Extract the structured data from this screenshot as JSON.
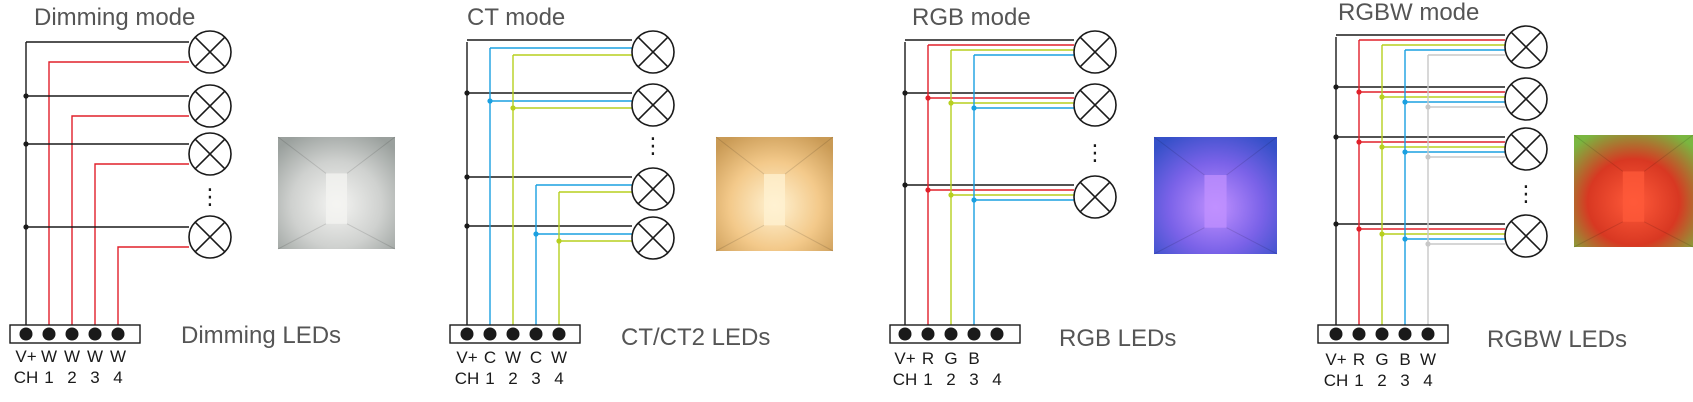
{
  "colors": {
    "wire_black": "#1a1a1a",
    "wire_red": "#e0202a",
    "wire_yellow": "#b7cf1f",
    "wire_blue": "#1aa0e0",
    "wire_white": "#c8c8c8",
    "label_red": "#e0202a",
    "text_gray": "#555555"
  },
  "ellipsis": "⋮",
  "panels": [
    {
      "id": "dimming",
      "title": "Dimming mode",
      "leds_label": "Dimming LEDs",
      "labels_top": [
        "V+",
        "W",
        "W",
        "W",
        "W"
      ],
      "labels_bottom": [
        "CH",
        "1",
        "2",
        "3",
        "4"
      ],
      "wire_colors": [
        "black",
        "red",
        "red",
        "red",
        "red"
      ],
      "photo_icon": "white-corridor-photo",
      "photo_gradient": [
        "#f4f4f2",
        "#cfd1cf",
        "#9aa09d"
      ]
    },
    {
      "id": "ct",
      "title": "CT mode",
      "leds_label": "CT/CT2 LEDs",
      "labels_top": [
        "V+",
        "C",
        "W",
        "C",
        "W"
      ],
      "labels_bottom": [
        "CH",
        "1",
        "2",
        "3",
        "4"
      ],
      "wire_colors": [
        "black",
        "blue",
        "yellow",
        "blue",
        "yellow"
      ],
      "photo_icon": "warm-corridor-photo",
      "photo_gradient": [
        "#fff2d2",
        "#f3c98a",
        "#c99a55"
      ]
    },
    {
      "id": "rgb",
      "title": "RGB mode",
      "leds_label": "RGB LEDs",
      "labels_top": [
        "V+",
        "R",
        "G",
        "B",
        ""
      ],
      "labels_bottom": [
        "CH",
        "1",
        "2",
        "3",
        "4"
      ],
      "wire_colors": [
        "black",
        "red",
        "yellow",
        "blue",
        "none"
      ],
      "photo_icon": "blue-purple-corridor-photo",
      "photo_gradient": [
        "#c090ff",
        "#7a62e8",
        "#3550c8"
      ]
    },
    {
      "id": "rgbw",
      "title": "RGBW mode",
      "leds_label": "RGBW LEDs",
      "labels_top": [
        "V+",
        "R",
        "G",
        "B",
        "W"
      ],
      "labels_bottom": [
        "CH",
        "1",
        "2",
        "3",
        "4"
      ],
      "wire_colors": [
        "black",
        "red",
        "yellow",
        "blue",
        "white"
      ],
      "photo_icon": "red-green-corridor-photo",
      "photo_gradient": [
        "#ff5a3a",
        "#d83822",
        "#7ab640"
      ]
    }
  ]
}
